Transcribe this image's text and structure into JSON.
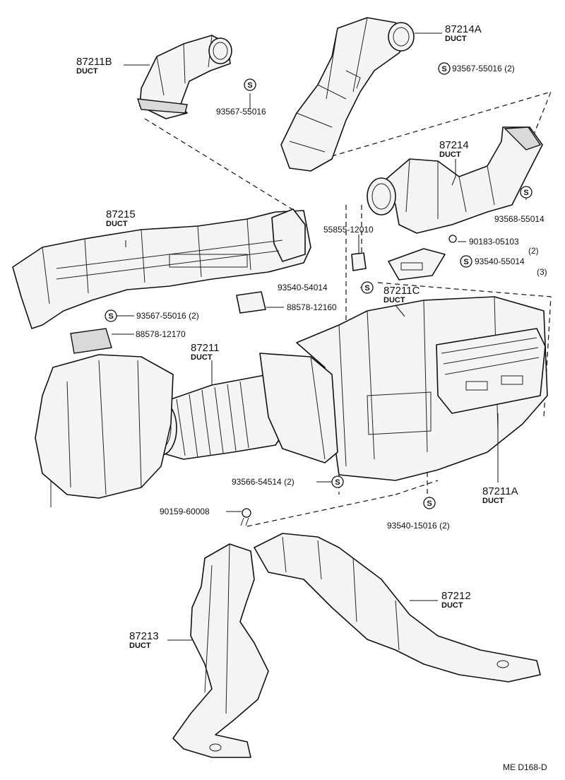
{
  "parts": {
    "p87211B": {
      "num": "87211B",
      "name": "DUCT"
    },
    "p87214A": {
      "num": "87214A",
      "name": "DUCT"
    },
    "p87214": {
      "num": "87214",
      "name": "DUCT"
    },
    "p87215": {
      "num": "87215",
      "name": "DUCT"
    },
    "p87211C": {
      "num": "87211C",
      "name": "DUCT"
    },
    "p87211": {
      "num": "87211",
      "name": "DUCT"
    },
    "p87211A": {
      "num": "87211A",
      "name": "DUCT"
    },
    "p87212": {
      "num": "87212",
      "name": "DUCT"
    },
    "p87213": {
      "num": "87213",
      "name": "DUCT"
    }
  },
  "fasteners": {
    "f1": "93567-55016",
    "f2": "93567-55016 (2)",
    "f3": "93568-55014",
    "f4": "55855-12010",
    "f5": "90183-05103",
    "f5q": "(2)",
    "f6": "93540-55014",
    "f6q": "(3)",
    "f7": "93540-54014",
    "f8": "93567-55016 (2)",
    "f9": "88578-12160",
    "f10": "88578-12170",
    "f11": "93566-54514 (2)",
    "f12": "90159-60008",
    "f13": "93540-15016 (2)"
  },
  "screw_symbol": "S",
  "footer_code": "ME  D168-D"
}
